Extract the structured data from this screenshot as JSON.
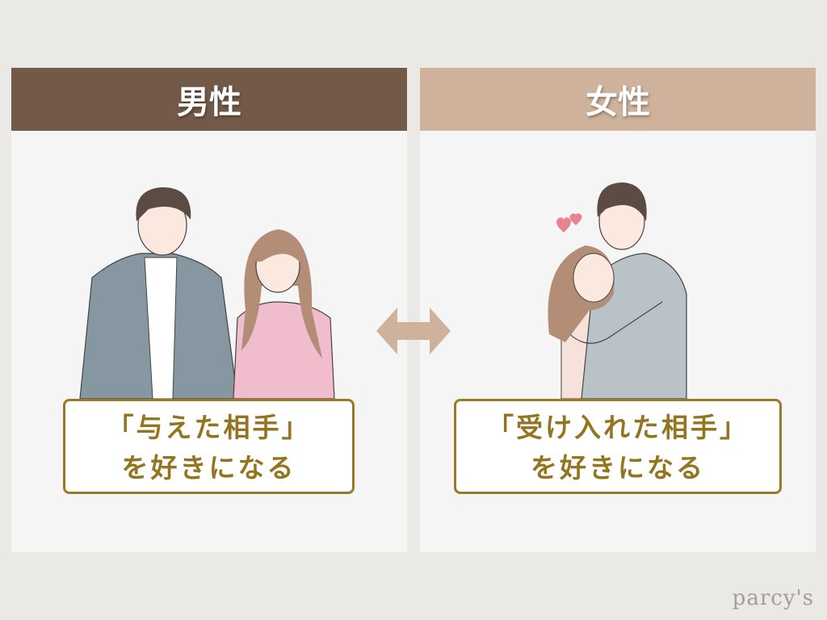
{
  "left": {
    "title": "男性",
    "caption_line1": "「与えた相手」",
    "caption_line2": "を好きになる"
  },
  "right": {
    "title": "女性",
    "caption_line1": "「受け入れた相手」",
    "caption_line2": "を好きになる"
  },
  "arrow_icon": "double-arrow-icon",
  "logo": "parcy's",
  "colors": {
    "male_header": "#735a48",
    "female_header": "#ceb29b",
    "caption_text": "#94751f",
    "background": "#ebe9e5"
  }
}
